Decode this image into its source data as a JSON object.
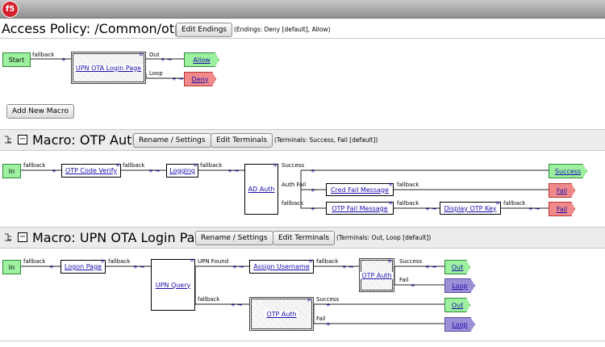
{
  "logo": "f5",
  "policy": {
    "title": "Access Policy: /Common/otp_ap",
    "edit_endings": "Edit Endings",
    "endings_info": "(Endings: Deny [default], Allow)",
    "add_macro": "Add New Macro",
    "start": "Start",
    "fallback": "fallback",
    "upn_node": "UPN OTA Login Page",
    "out": "Out",
    "loop": "Loop",
    "allow": "Allow",
    "deny": "Deny"
  },
  "macro1": {
    "title": "Macro: OTP Auth",
    "rename": "Rename / Settings",
    "edit_terminals": "Edit Terminals",
    "terminals_info": "(Terminals: Success, Fail [default])",
    "in": "In",
    "fallback": "fallback",
    "otp_verify": "OTP Code Verify",
    "logging": "Logging",
    "ad_auth": "AD Auth",
    "success": "Success",
    "auth_fail": "Auth Fail",
    "cred_fail": "Cred Fail Message",
    "otp_fail": "OTP Fail Message",
    "display_otp": "Display OTP Key",
    "term_success": "Success",
    "term_fail": "Fail"
  },
  "macro2": {
    "title": "Macro: UPN OTA Login Page",
    "rename": "Rename / Settings",
    "edit_terminals": "Edit Terminals",
    "terminals_info": "(Terminals: Out, Loop [default])",
    "in": "In",
    "fallback": "fallback",
    "logon": "Logon Page",
    "upn_query": "UPN Query",
    "upn_found": "UPN Found",
    "assign": "Assign Username",
    "otp_auth": "OTP Auth",
    "success": "Success",
    "fail": "Fail",
    "term_out": "Out",
    "term_loop": "Loop"
  },
  "colors": {
    "green": "#9cf0a0",
    "red": "#f08a8a",
    "purple": "#9b8fd6",
    "link": "#1a0dab"
  }
}
